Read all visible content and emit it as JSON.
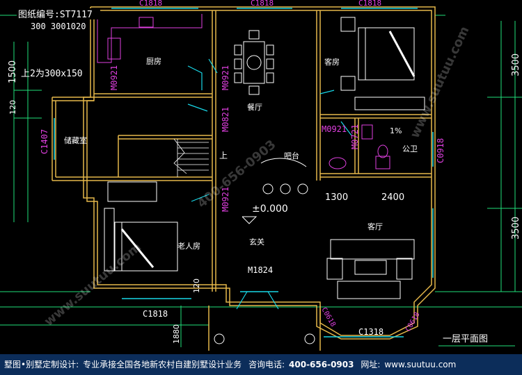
{
  "header": {
    "drawing_no": "图纸编号:ST7117",
    "dims_top": "300 3001020",
    "beam_note": "上2为300x150"
  },
  "rooms": {
    "kitchen": "厨房",
    "dining": "餐厅",
    "guest_bed": "客房",
    "storage": "储藏室",
    "stair_up": "上",
    "balcony": "吧台",
    "bath": "公卫",
    "elder_bed": "老人房",
    "foyer": "玄关",
    "living": "客厅"
  },
  "labels": {
    "c1818_top": "C1818",
    "c1818_top2": "C1818",
    "c1818_top3": "C1818",
    "m0921_k": "M0921",
    "m0921_d": "M0921",
    "m0821": "M0821",
    "m0921_b": "M0921",
    "m0921_s": "M0921",
    "m0721": "M0721",
    "c1407": "C1407",
    "c0918": "C0918",
    "elevation": "±0.000",
    "m1824": "M1824",
    "c1818_bot": "C1818",
    "c1318": "C1318",
    "c0618_l": "C0618",
    "c0618_r": "C0618",
    "slope": "1%"
  },
  "dimensions": {
    "left_1500": "1500",
    "left_120": "120",
    "right_3500_top": "3500",
    "right_3500_bot": "3500",
    "d1300": "1300",
    "d2400": "2400",
    "d120": "120",
    "d1880": "1880"
  },
  "title": "一层平面图",
  "watermarks": [
    "400-656-0903",
    "www.suutuu.com",
    "www.suutuu.com"
  ],
  "footer": {
    "brand": "墅图•别墅定制设计:",
    "service": "专业承接全国各地新农村自建别墅设计业务",
    "phone_label": "咨询电话:",
    "phone": "400-656-0903",
    "site_label": "网址:",
    "site": "www.suutuu.com"
  },
  "colors": {
    "wall": "#ffffff",
    "wall_fill": "#e6b84a",
    "dimension": "#21e07a",
    "label": "#e040e0",
    "cyan": "#18d8e8",
    "bg": "#000000",
    "footer_bg": "#0c2d5a"
  }
}
